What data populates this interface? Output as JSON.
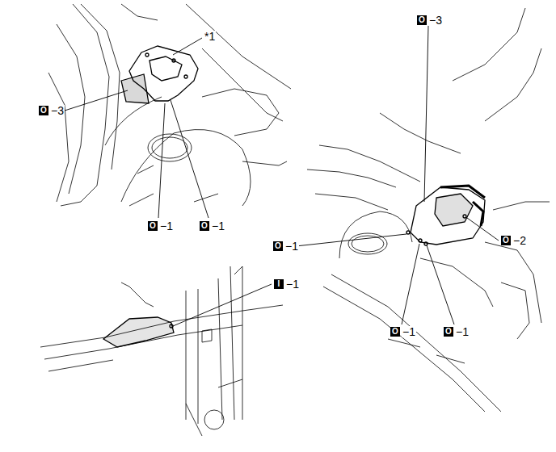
{
  "diagram": {
    "labels": [
      "*1",
      "O",
      "−3",
      "O",
      "−1",
      "O",
      "−1",
      "O",
      "−3",
      "O",
      "−1",
      "O",
      "−2",
      "I",
      "−1",
      "O",
      "−1",
      "O",
      "−1"
    ]
  }
}
